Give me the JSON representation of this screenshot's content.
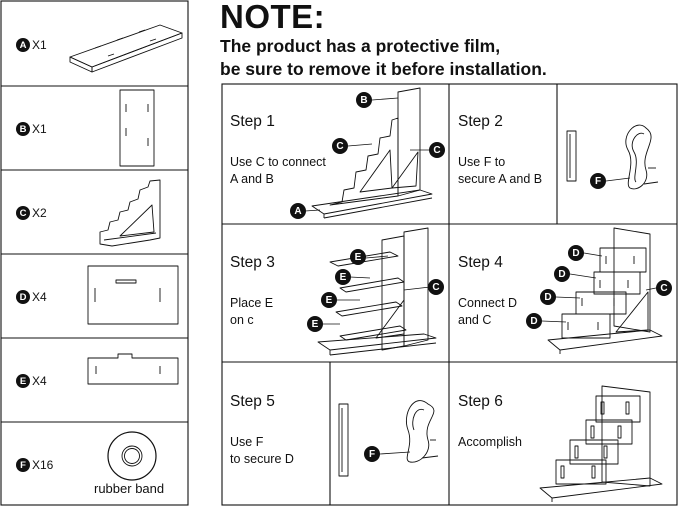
{
  "header": {
    "title": "NOTE:",
    "line1": "The product has a protective film,",
    "line2": "be sure to remove it before installation."
  },
  "parts": [
    {
      "letter": "A",
      "qty": "X1"
    },
    {
      "letter": "B",
      "qty": "X1"
    },
    {
      "letter": "C",
      "qty": "X2"
    },
    {
      "letter": "D",
      "qty": "X4"
    },
    {
      "letter": "E",
      "qty": "X4"
    },
    {
      "letter": "F",
      "qty": "X16",
      "caption": "rubber band"
    }
  ],
  "steps": [
    {
      "title": "Step 1",
      "desc": "Use C to connect\nA and B",
      "callouts": [
        "B",
        "C",
        "C",
        "A"
      ]
    },
    {
      "title": "Step 2",
      "desc": "Use F to\nsecure A and B",
      "callouts": [
        "F"
      ]
    },
    {
      "title": "Step 3",
      "desc": "Place E\non c",
      "callouts": [
        "E",
        "E",
        "E",
        "E",
        "C"
      ]
    },
    {
      "title": "Step 4",
      "desc": "Connect D\nand C",
      "callouts": [
        "D",
        "D",
        "D",
        "D",
        "C"
      ]
    },
    {
      "title": "Step 5",
      "desc": "Use F\nto secure D",
      "callouts": [
        "F"
      ]
    },
    {
      "title": "Step 6",
      "desc": "Accomplish",
      "callouts": []
    }
  ]
}
